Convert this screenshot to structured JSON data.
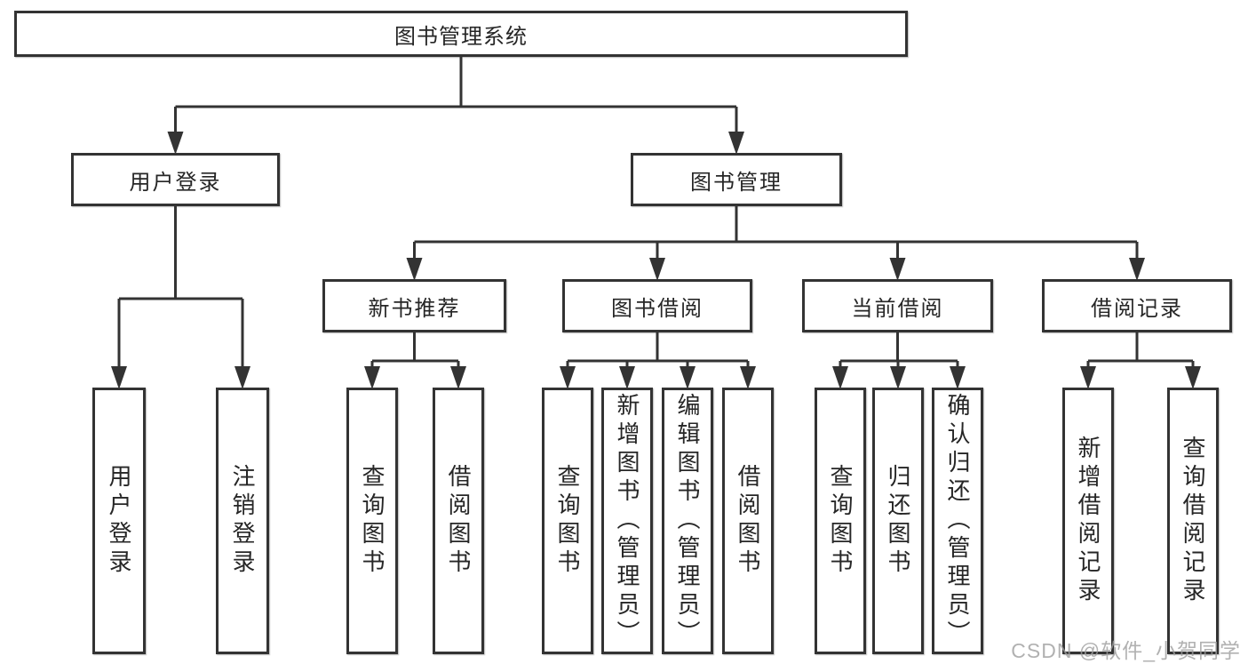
{
  "diagram": {
    "title": "图书管理系统",
    "watermark": "CSDN @软件_小贺同学",
    "colors": {
      "line": "#333333",
      "border": "#333333",
      "text": "#262626",
      "background": "#ffffff",
      "watermark": "#9e9e9e"
    },
    "nodes": [
      {
        "id": "root",
        "label": "图书管理系统"
      },
      {
        "id": "user-login",
        "label": "用户登录"
      },
      {
        "id": "book-management",
        "label": "图书管理"
      },
      {
        "id": "new-book-recommend",
        "label": "新书推荐"
      },
      {
        "id": "book-borrow",
        "label": "图书借阅"
      },
      {
        "id": "current-borrow",
        "label": "当前借阅"
      },
      {
        "id": "borrow-records",
        "label": "借阅记录"
      },
      {
        "id": "leaf-user-login",
        "label": "用户登录"
      },
      {
        "id": "leaf-logout",
        "label": "注销登录"
      },
      {
        "id": "leaf-nbr-query",
        "label": "查询图书"
      },
      {
        "id": "leaf-nbr-borrow",
        "label": "借阅图书"
      },
      {
        "id": "leaf-bb-query",
        "label": "查询图书"
      },
      {
        "id": "leaf-bb-add",
        "label": "新增图书（管理员）"
      },
      {
        "id": "leaf-bb-edit",
        "label": "编辑图书（管理员）"
      },
      {
        "id": "leaf-bb-borrow",
        "label": "借阅图书"
      },
      {
        "id": "leaf-cb-query",
        "label": "查询图书"
      },
      {
        "id": "leaf-cb-return",
        "label": "归还图书"
      },
      {
        "id": "leaf-cb-confirm",
        "label": "确认归还（管理员）"
      },
      {
        "id": "leaf-br-add",
        "label": "新增借阅记录"
      },
      {
        "id": "leaf-br-query",
        "label": "查询借阅记录"
      }
    ],
    "edges": [
      {
        "from": "root",
        "to": [
          "user-login",
          "book-management"
        ]
      },
      {
        "from": "user-login",
        "to": [
          "leaf-user-login",
          "leaf-logout"
        ]
      },
      {
        "from": "book-management",
        "to": [
          "new-book-recommend",
          "book-borrow",
          "current-borrow",
          "borrow-records"
        ]
      },
      {
        "from": "new-book-recommend",
        "to": [
          "leaf-nbr-query",
          "leaf-nbr-borrow"
        ]
      },
      {
        "from": "book-borrow",
        "to": [
          "leaf-bb-query",
          "leaf-bb-add",
          "leaf-bb-edit",
          "leaf-bb-borrow"
        ]
      },
      {
        "from": "current-borrow",
        "to": [
          "leaf-cb-query",
          "leaf-cb-return",
          "leaf-cb-confirm"
        ]
      },
      {
        "from": "borrow-records",
        "to": [
          "leaf-br-add",
          "leaf-br-query"
        ]
      }
    ]
  }
}
